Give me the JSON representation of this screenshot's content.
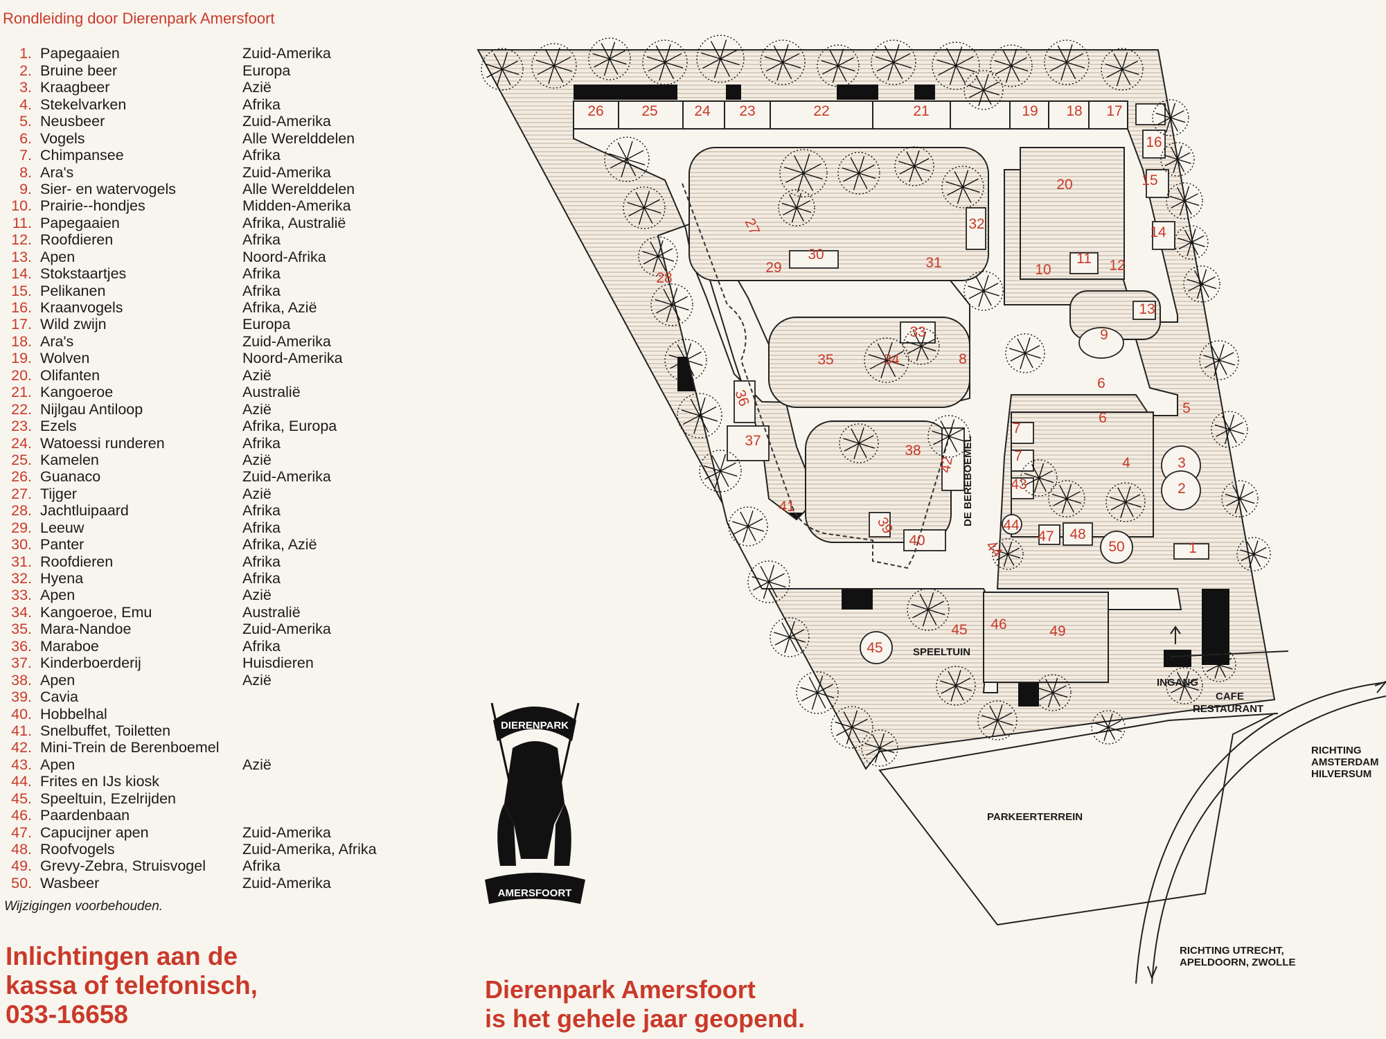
{
  "title": "Rondleiding door Dierenpark Amersfoort",
  "legend": [
    {
      "num": "1.",
      "name": "Papegaaien",
      "region": "Zuid-Amerika"
    },
    {
      "num": "2.",
      "name": "Bruine beer",
      "region": "Europa"
    },
    {
      "num": "3.",
      "name": "Kraagbeer",
      "region": "Azië"
    },
    {
      "num": "4.",
      "name": "Stekelvarken",
      "region": "Afrika"
    },
    {
      "num": "5.",
      "name": "Neusbeer",
      "region": "Zuid-Amerika"
    },
    {
      "num": "6.",
      "name": "Vogels",
      "region": "Alle Werelddelen"
    },
    {
      "num": "7.",
      "name": "Chimpansee",
      "region": "Afrika"
    },
    {
      "num": "8.",
      "name": "Ara's",
      "region": "Zuid-Amerika"
    },
    {
      "num": "9.",
      "name": "Sier- en watervogels",
      "region": "Alle Werelddelen"
    },
    {
      "num": "10.",
      "name": "Prairie--hondjes",
      "region": "Midden-Amerika"
    },
    {
      "num": "11.",
      "name": "Papegaaien",
      "region": "Afrika, Australië"
    },
    {
      "num": "12.",
      "name": "Roofdieren",
      "region": "Afrika"
    },
    {
      "num": "13.",
      "name": "Apen",
      "region": "Noord-Afrika"
    },
    {
      "num": "14.",
      "name": "Stokstaartjes",
      "region": "Afrika"
    },
    {
      "num": "15.",
      "name": "Pelikanen",
      "region": "Afrika"
    },
    {
      "num": "16.",
      "name": "Kraanvogels",
      "region": "Afrika, Azië"
    },
    {
      "num": "17.",
      "name": "Wild zwijn",
      "region": "Europa"
    },
    {
      "num": "18.",
      "name": "Ara's",
      "region": "Zuid-Amerika"
    },
    {
      "num": "19.",
      "name": "Wolven",
      "region": "Noord-Amerika"
    },
    {
      "num": "20.",
      "name": "Olifanten",
      "region": "Azië"
    },
    {
      "num": "21.",
      "name": "Kangoeroe",
      "region": "Australië"
    },
    {
      "num": "22.",
      "name": "Nijlgau Antiloop",
      "region": "Azië"
    },
    {
      "num": "23.",
      "name": "Ezels",
      "region": "Afrika, Europa"
    },
    {
      "num": "24.",
      "name": "Watoessi runderen",
      "region": "Afrika"
    },
    {
      "num": "25.",
      "name": "Kamelen",
      "region": "Azië"
    },
    {
      "num": "26.",
      "name": "Guanaco",
      "region": "Zuid-Amerika"
    },
    {
      "num": "27.",
      "name": "Tijger",
      "region": "Azië"
    },
    {
      "num": "28.",
      "name": "Jachtluipaard",
      "region": "Afrika"
    },
    {
      "num": "29.",
      "name": "Leeuw",
      "region": "Afrika"
    },
    {
      "num": "30.",
      "name": "Panter",
      "region": "Afrika, Azië"
    },
    {
      "num": "31.",
      "name": "Roofdieren",
      "region": "Afrika"
    },
    {
      "num": "32.",
      "name": "Hyena",
      "region": "Afrika"
    },
    {
      "num": "33.",
      "name": "Apen",
      "region": "Azië"
    },
    {
      "num": "34.",
      "name": "Kangoeroe, Emu",
      "region": "Australië"
    },
    {
      "num": "35.",
      "name": "Mara-Nandoe",
      "region": "Zuid-Amerika"
    },
    {
      "num": "36.",
      "name": "Maraboe",
      "region": "Afrika"
    },
    {
      "num": "37.",
      "name": "Kinderboerderij",
      "region": "Huisdieren"
    },
    {
      "num": "38.",
      "name": "Apen",
      "region": "Azië"
    },
    {
      "num": "39.",
      "name": "Cavia",
      "region": ""
    },
    {
      "num": "40.",
      "name": "Hobbelhal",
      "region": ""
    },
    {
      "num": "41.",
      "name": "Snelbuffet, Toiletten",
      "region": ""
    },
    {
      "num": "42.",
      "name": "Mini-Trein de Berenboemel",
      "region": ""
    },
    {
      "num": "43.",
      "name": "Apen",
      "region": "Azië"
    },
    {
      "num": "44.",
      "name": "Frites en IJs kiosk",
      "region": ""
    },
    {
      "num": "45.",
      "name": "Speeltuin, Ezelrijden",
      "region": ""
    },
    {
      "num": "46.",
      "name": "Paardenbaan",
      "region": ""
    },
    {
      "num": "47.",
      "name": "Capucijner apen",
      "region": "Zuid-Amerika"
    },
    {
      "num": "48.",
      "name": "Roofvogels",
      "region": "Zuid-Amerika, Afrika"
    },
    {
      "num": "49.",
      "name": "Grevy-Zebra, Struisvogel",
      "region": "Afrika"
    },
    {
      "num": "50.",
      "name": "Wasbeer",
      "region": "Zuid-Amerika"
    }
  ],
  "note": "Wijzigingen voorbehouden.",
  "info_lines": [
    "Inlichtingen aan de",
    "kassa of telefonisch,",
    "033-16658"
  ],
  "open_lines": [
    "Dierenpark Amersfoort",
    "is het gehele jaar geopend."
  ],
  "logo": {
    "top_text": "DIERENPARK",
    "bottom_text": "AMERSFOORT"
  },
  "map_labels": {
    "speeltuin": "SPEELTUIN",
    "ingang": "INGANG",
    "cafe": "CAFE",
    "restaurant": "RESTAURANT",
    "parkeer": "PARKEERTERREIN",
    "bereboemel": "DE BEREBOEMEL",
    "richting_ams": [
      "RICHTING",
      "AMSTERDAM",
      "HILVERSUM"
    ],
    "richting_utr": [
      "RICHTING UTRECHT,",
      "APELDOORN, ZWOLLE"
    ]
  },
  "map_numbers": [
    "26",
    "25",
    "24",
    "23",
    "22",
    "21",
    "19",
    "18",
    "17",
    "16",
    "15",
    "14",
    "13",
    "20",
    "10",
    "11",
    "12",
    "27",
    "29",
    "30",
    "31",
    "32",
    "28",
    "33",
    "35",
    "34",
    "8",
    "9",
    "6",
    "6",
    "5",
    "36",
    "37",
    "38",
    "42",
    "7",
    "7",
    "43",
    "4",
    "3",
    "2",
    "41",
    "39",
    "40",
    "44",
    "47",
    "48",
    "50",
    "1",
    "45",
    "45",
    "46",
    "49",
    "44"
  ]
}
